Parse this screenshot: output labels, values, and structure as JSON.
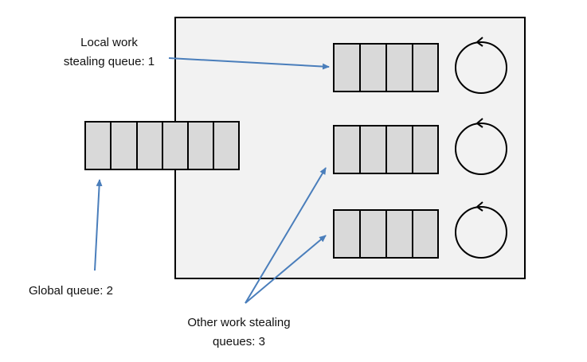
{
  "labels": {
    "local_queue": [
      "Local work",
      "stealing queue: 1"
    ],
    "global_queue": "Global queue: 2",
    "other_queues": [
      "Other work stealing",
      "queues: 3"
    ]
  },
  "queues": {
    "global_slots": 6,
    "local_slots": 4,
    "local_count": 3
  },
  "colors": {
    "cell_fill": "#d9d9d9",
    "panel_fill": "#f2f2f2",
    "arrow": "#4a7ebb",
    "stroke": "#000000"
  },
  "icons": [
    "cycle-icon"
  ]
}
